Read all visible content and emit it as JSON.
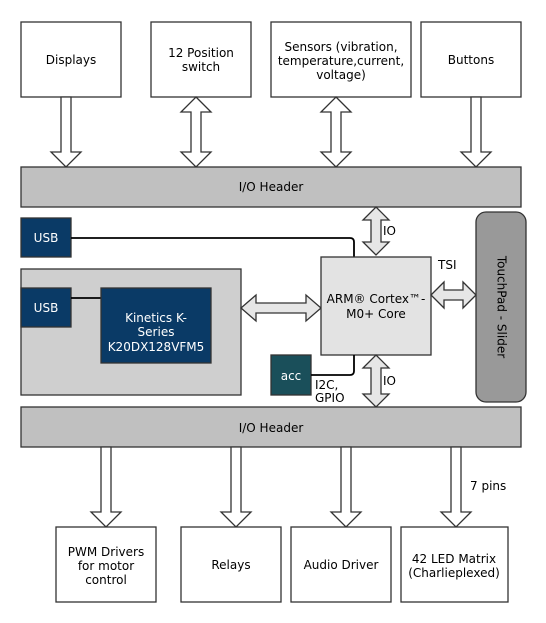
{
  "top_blocks": {
    "displays": "Displays",
    "switch": [
      "12 Position",
      "switch"
    ],
    "sensors": [
      "Sensors (vibration,",
      "temperature,current,",
      "voltage)"
    ],
    "buttons": "Buttons"
  },
  "io_header_top": "I/O Header",
  "io_header_bottom": "I/O Header",
  "usb_top": "USB",
  "usb_inner": "USB",
  "mcu": [
    "Kinetics K-",
    "Series",
    "K20DX128VFM5"
  ],
  "cpu": [
    "ARM® Cortex™-",
    "M0+ Core"
  ],
  "acc": "acc",
  "touchpad": "TouchPad - Slider",
  "labels": {
    "io_top": "IO",
    "io_bottom": "IO",
    "tsi": "TSI",
    "i2c": [
      "I2C,",
      "GPIO"
    ],
    "seven_pins": "7 pins"
  },
  "bottom_blocks": {
    "pwm": [
      "PWM Drivers",
      "for motor",
      "control"
    ],
    "relays": "Relays",
    "audio": "Audio Driver",
    "led": [
      "42 LED Matrix",
      "(Charlieplexed)"
    ]
  },
  "colors": {
    "header_fill": "#c0c0c0",
    "dark_blue": "#0a3a66",
    "teal": "#1a4f5a",
    "gray_panel": "#cfcfcf",
    "cpu_fill": "#e3e3e3",
    "touchpad_fill": "#999999"
  }
}
